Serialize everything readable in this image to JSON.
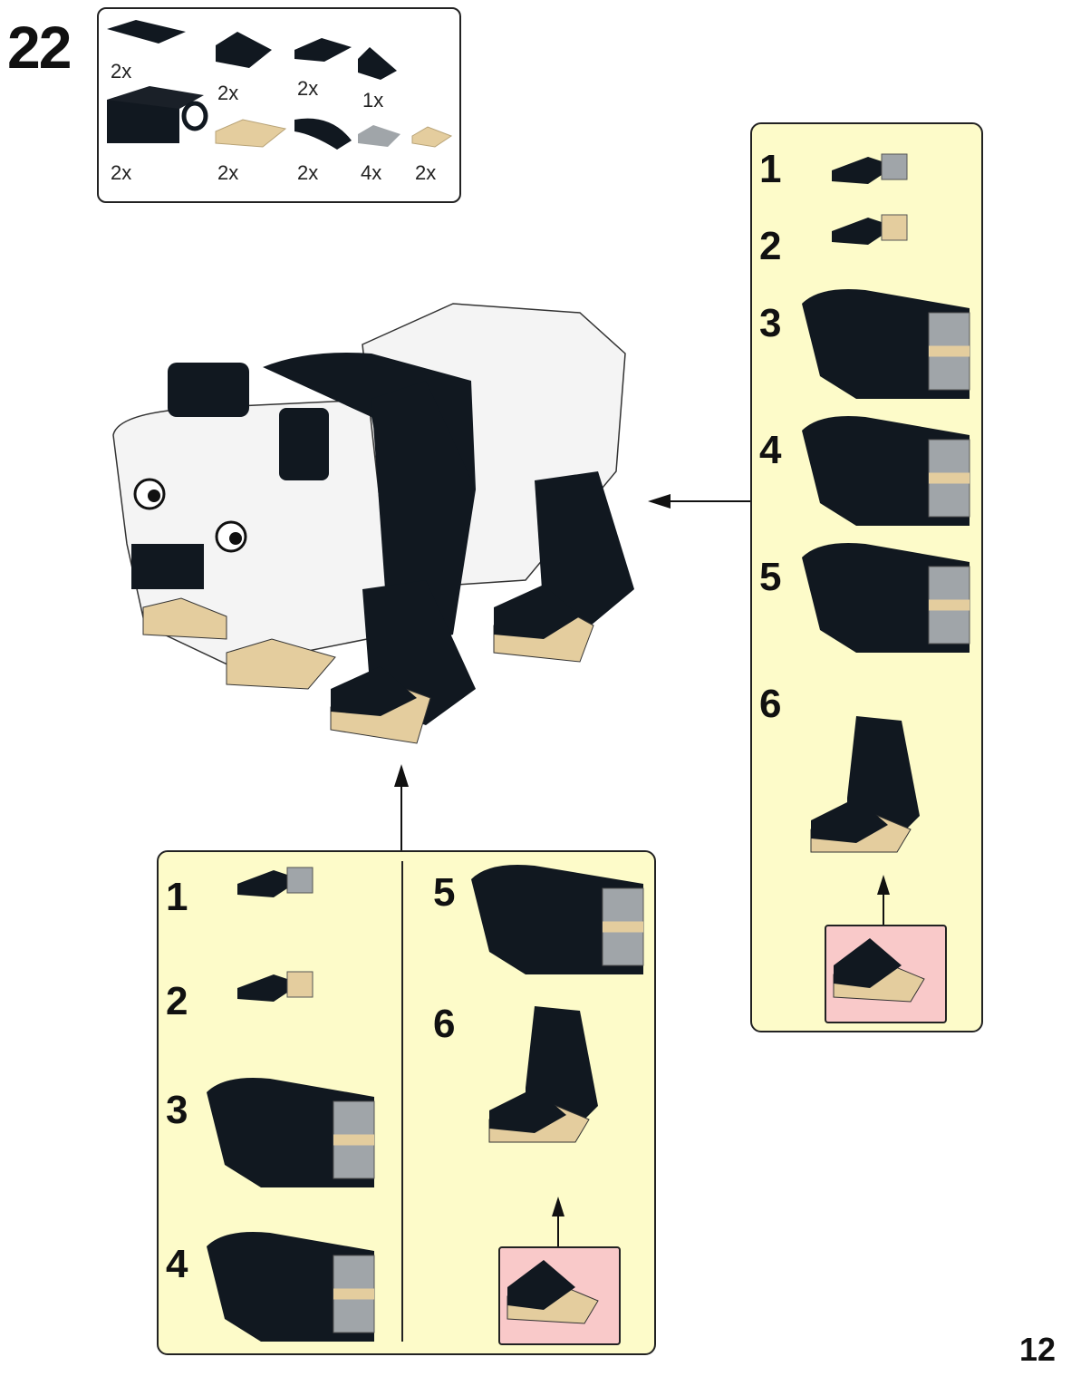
{
  "step_number": "22",
  "page_number": "12",
  "parts_list": [
    {
      "qty": "2x",
      "color": "#111820"
    },
    {
      "qty": "2x",
      "color": "#111820"
    },
    {
      "qty": "2x",
      "color": "#111820"
    },
    {
      "qty": "1x",
      "color": "#111820"
    },
    {
      "qty": "2x",
      "color": "#111820"
    },
    {
      "qty": "2x",
      "color": "#e4cd9e"
    },
    {
      "qty": "2x",
      "color": "#111820"
    },
    {
      "qty": "4x",
      "color": "#a0a5a9"
    },
    {
      "qty": "2x",
      "color": "#e4cd9e"
    }
  ],
  "right_callout": {
    "substeps": [
      "1",
      "2",
      "3",
      "4",
      "5",
      "6"
    ]
  },
  "bottom_callout": {
    "left_substeps": [
      "1",
      "2",
      "3",
      "4"
    ],
    "right_substeps": [
      "5",
      "6"
    ]
  },
  "colors": {
    "callout_bg": "#fdfbc9",
    "subassembly_bg": "#f9c9c9",
    "black": "#111820",
    "tan": "#e4cd9e",
    "gray": "#a0a5a9",
    "white": "#f4f4f4"
  }
}
